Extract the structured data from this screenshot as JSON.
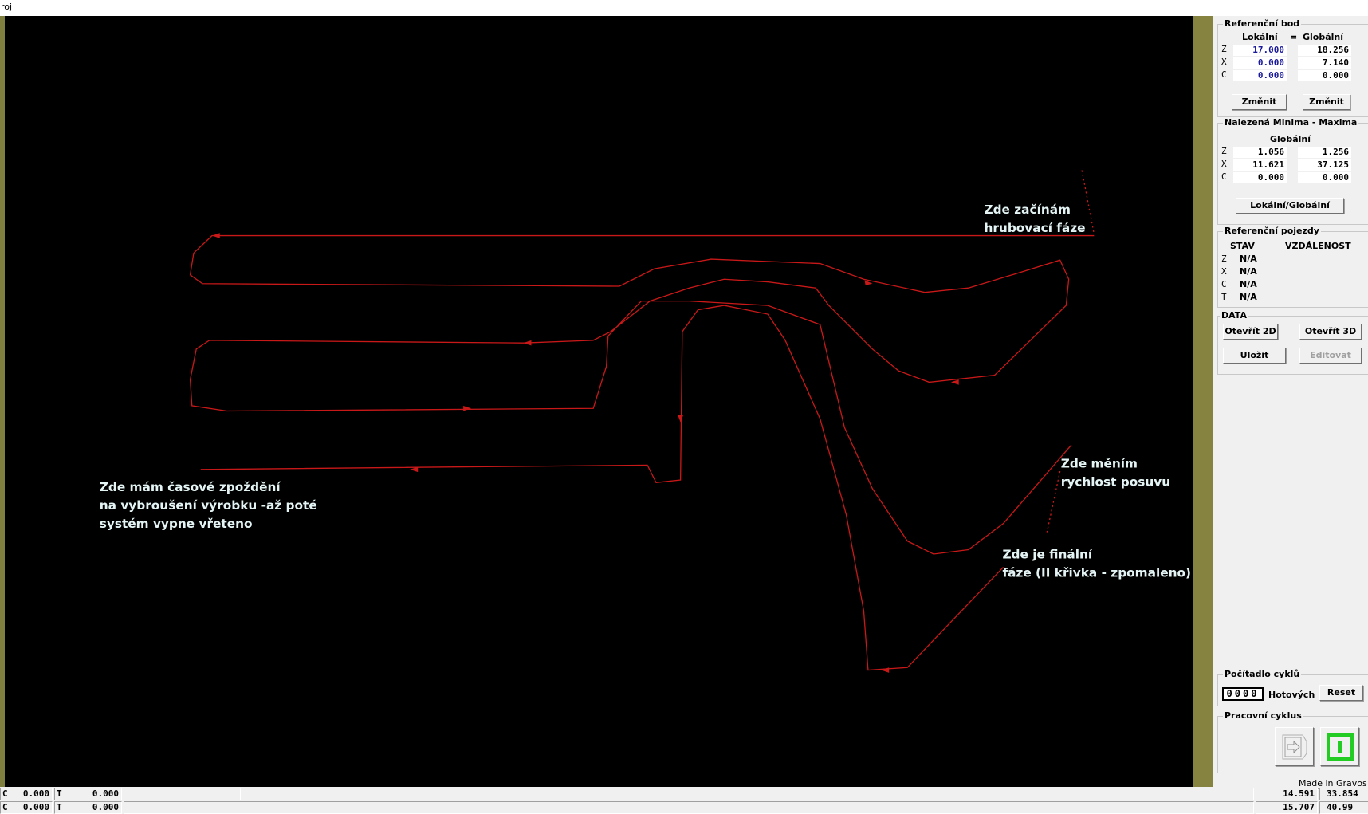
{
  "window": {
    "title": "roj"
  },
  "annotations": {
    "start": [
      "Zde začínám",
      "hrubovací fáze"
    ],
    "speed": [
      "Zde měním",
      "rychlost posuvu"
    ],
    "final": [
      "Zde je finální",
      "fáze (II křivka - zpomaleno)"
    ],
    "delay": [
      "Zde mám časové zpoždění",
      "na vybroušení výrobku -až poté",
      "systém vypne vřeteno"
    ]
  },
  "colors": {
    "path": "#c81818",
    "canvas": "#000000",
    "annotation": "#e4f4f4"
  },
  "ref_point": {
    "title": "Referenční bod",
    "col_local": "Lokální",
    "eq": "=",
    "col_global": "Globální",
    "rows": [
      {
        "axis": "Z",
        "local": "17.000",
        "global": "18.256"
      },
      {
        "axis": "X",
        "local": "0.000",
        "global": "7.140"
      },
      {
        "axis": "C",
        "local": "0.000",
        "global": "0.000"
      }
    ],
    "change_local": "Změnit",
    "change_global": "Změnit"
  },
  "minmax": {
    "title": "Nalezená Minima - Maxima",
    "col": "Globální",
    "rows": [
      {
        "axis": "Z",
        "min": "1.056",
        "max": "1.256"
      },
      {
        "axis": "X",
        "min": "11.621",
        "max": "37.125"
      },
      {
        "axis": "C",
        "min": "0.000",
        "max": "0.000"
      }
    ],
    "toggle": "Lokální/Globální"
  },
  "ref_moves": {
    "title": "Referenční pojezdy",
    "col_state": "STAV",
    "col_dist": "VZDÁLENOST",
    "rows": [
      {
        "axis": "Z",
        "state": "N/A"
      },
      {
        "axis": "X",
        "state": "N/A"
      },
      {
        "axis": "C",
        "state": "N/A"
      },
      {
        "axis": "T",
        "state": "N/A"
      }
    ]
  },
  "data": {
    "title": "DATA",
    "open2d": "Otevřít 2D",
    "open3d": "Otevřít 3D",
    "save": "Uložit",
    "edit": "Editovat"
  },
  "counter": {
    "title": "Počítadlo cyklů",
    "value": "0000",
    "done": "Hotových",
    "reset": "Reset"
  },
  "work_cycle": {
    "title": "Pracovní cyklus"
  },
  "credit": "Made in Gravos (c",
  "status": {
    "row1": {
      "c_label": "C",
      "c": "0.000",
      "t_label": "T",
      "t": "0.000",
      "v1": "14.591",
      "v2": "33.854"
    },
    "row2": {
      "c_label": "C",
      "c": "0.000",
      "t_label": "T",
      "t": "0.000",
      "v1": "15.707",
      "v2": "40.99"
    }
  }
}
